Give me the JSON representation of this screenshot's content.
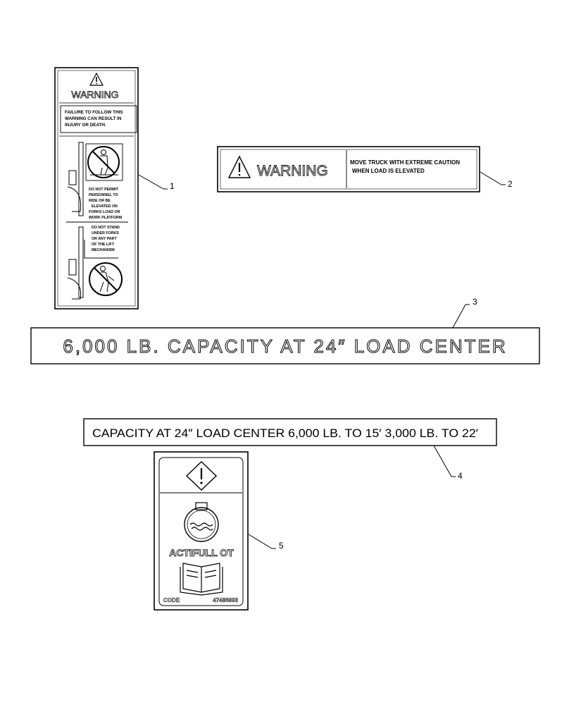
{
  "decal1": {
    "header": "WARNING",
    "statement": [
      "FAILURE TO FOLLOW THIS",
      "WARNING CAN RESULT IN",
      "INJURY OR DEATH."
    ],
    "rule_a": [
      "DO NOT PERMIT",
      "PERSONNEL TO",
      "RIDE OR BE",
      "ELEVATED ON",
      "FORKS LOAD OR",
      "WORK PLATFORM"
    ],
    "rule_b": [
      "DO NOT STAND",
      "UNDER FORKS",
      "OR ANY PART",
      "OF THE LIFT",
      "MECHANISM"
    ]
  },
  "decal2": {
    "header": "WARNING",
    "message": [
      "MOVE TRUCK WITH EXTREME  CAUTION",
      "WHEN LOAD IS ELEVATED"
    ]
  },
  "decal3": {
    "text": "6,000 LB. CAPACITY AT 24″ LOAD CENTER"
  },
  "decal4": {
    "text": "CAPACITY AT 24″ LOAD CENTER 6,000 LB. TO 15′ 3,000 LB. TO 22′"
  },
  "decal5": {
    "product": "ACTIFULL OT",
    "code_label": "CODE",
    "code_value": "47486993"
  },
  "callouts": {
    "c1": "1",
    "c2": "2",
    "c3": "3",
    "c4": "4",
    "c5": "5"
  },
  "icons": [
    "warning-triangle-icon",
    "no-riding-icon",
    "no-standing-icon",
    "reservoir-icon",
    "manual-book-icon"
  ]
}
